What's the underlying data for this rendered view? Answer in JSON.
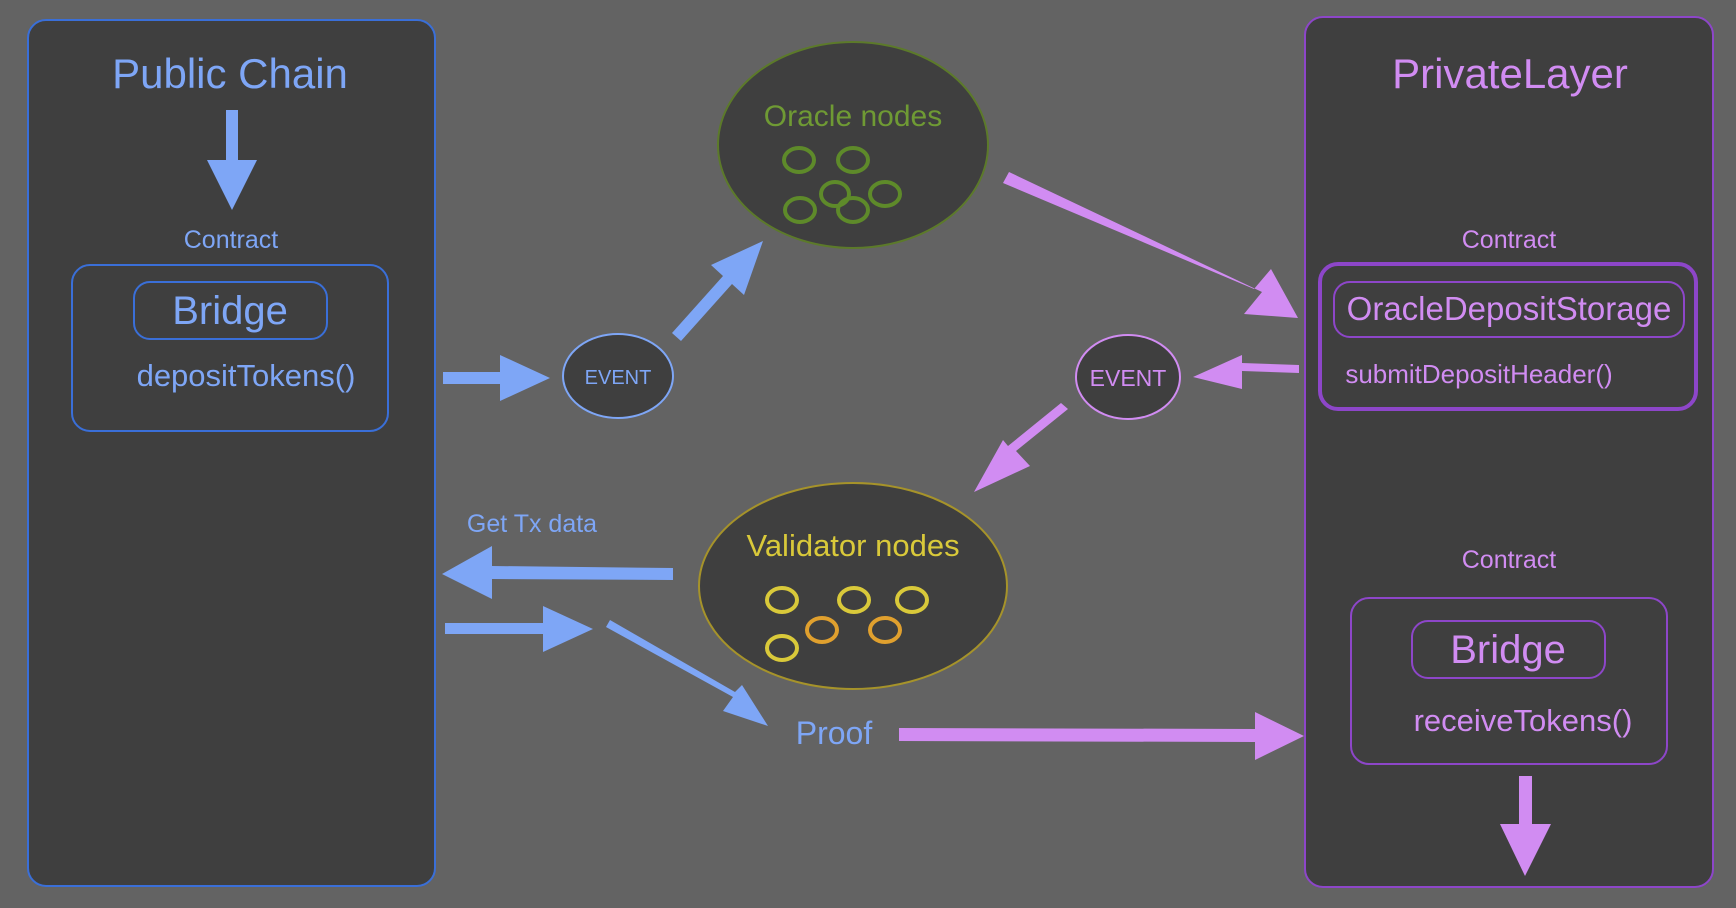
{
  "colors": {
    "background": "#636363",
    "panel": "#3f3f3f",
    "blue": "#7ea6f6",
    "blue_border": "#3a6fd8",
    "purple": "#d18cf2",
    "purple_border": "#8d46c9",
    "green": "#6f9a34",
    "green_border": "#5c7a2a",
    "yellow": "#d9c93a",
    "orange": "#e0a02e"
  },
  "public_chain": {
    "title": "Public Chain",
    "contract_label": "Contract",
    "bridge_label": "Bridge",
    "method": "depositTokens()"
  },
  "private_layer": {
    "title": "PrivateLayer",
    "oracle_contract": {
      "contract_label": "Contract",
      "name": "OracleDepositStorage",
      "method": "submitDepositHeader()"
    },
    "bridge_contract": {
      "contract_label": "Contract",
      "bridge_label": "Bridge",
      "method": "receiveTokens()"
    }
  },
  "oracle_nodes": {
    "label": "Oracle nodes"
  },
  "validator_nodes": {
    "label": "Validator nodes"
  },
  "events": {
    "left": "EVENT",
    "right": "EVENT"
  },
  "flow_labels": {
    "get_tx_data": "Get Tx data",
    "proof": "Proof"
  },
  "icons": {
    "node": "ring-icon",
    "arrow": "arrow-icon"
  }
}
